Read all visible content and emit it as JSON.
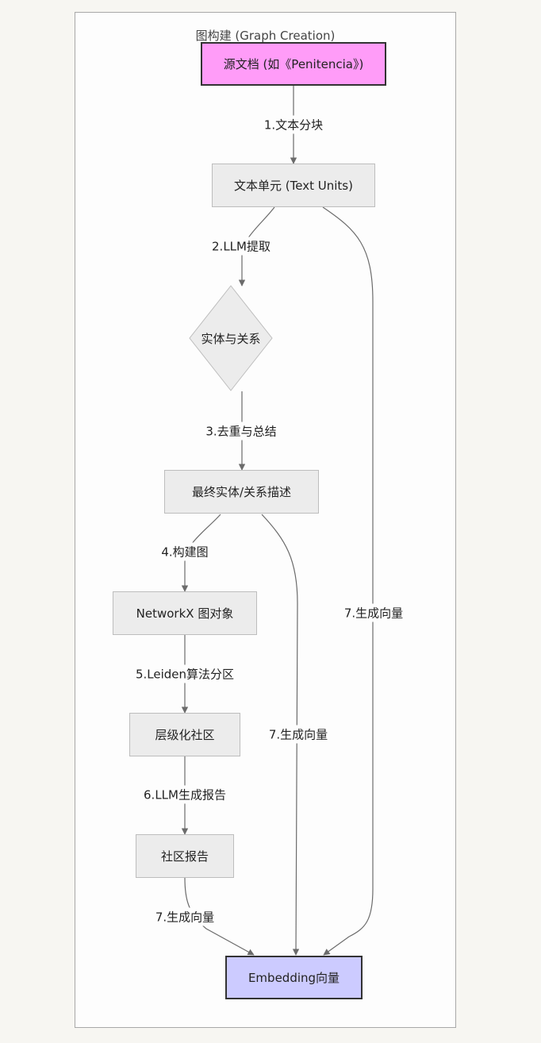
{
  "cluster": {
    "title": "图构建 (Graph Creation)"
  },
  "nodes": {
    "source_doc": "源文档 (如《Penitencia》)",
    "text_units": "文本单元 (Text Units)",
    "entities_relations": "实体与关系",
    "final_descriptions": "最终实体/关系描述",
    "networkx_graph": "NetworkX 图对象",
    "hierarchical_communities": "层级化社区",
    "community_reports": "社区报告",
    "embedding_vectors": "Embedding向量"
  },
  "edges": {
    "e1": "1.文本分块",
    "e2": "2.LLM提取",
    "e3": "3.去重与总结",
    "e4": "4.构建图",
    "e5": "5.Leiden算法分区",
    "e6": "6.LLM生成报告",
    "e7a": "7.生成向量",
    "e7b": "7.生成向量",
    "e7c": "7.生成向量"
  },
  "colors": {
    "source_fill": "#ff9cf8",
    "target_fill": "#cccbff",
    "node_fill": "#ececec",
    "edge": "#6b6b6b"
  }
}
